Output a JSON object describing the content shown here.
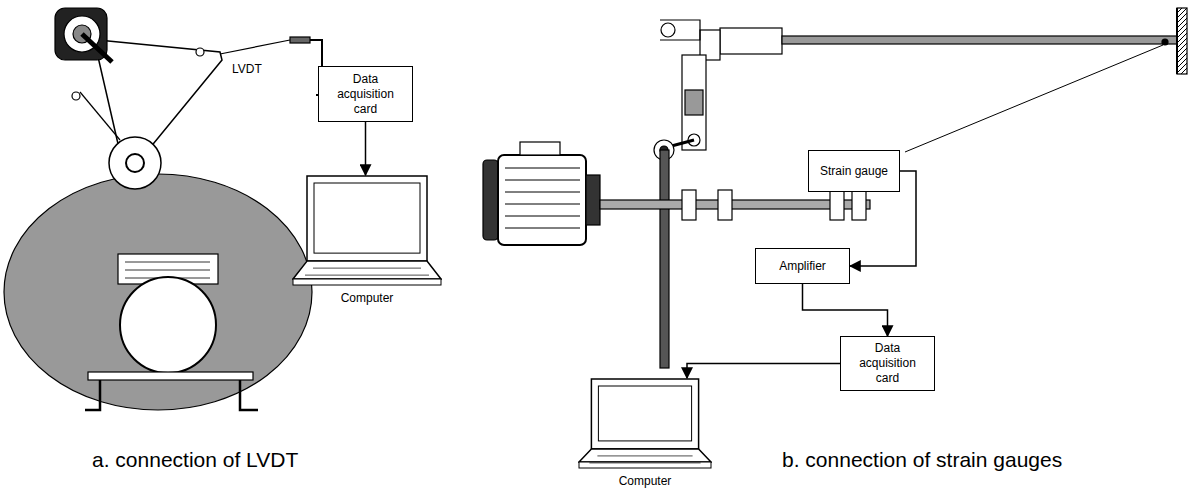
{
  "diagram": {
    "nodes": [
      {
        "text": [
          "Data acquisition card"
        ]
      },
      {
        "text": [
          "Computer"
        ]
      },
      {
        "text": [
          "Strain gauge"
        ]
      },
      {
        "text": [
          "Amplifier"
        ]
      },
      {
        "text": [
          "Data acquisition card"
        ]
      },
      {
        "text": [
          "Computer"
        ]
      }
    ],
    "edges": [
      {
        "from": 0,
        "to": 1,
        "arrow": "to"
      },
      {
        "from": 2,
        "to": 3,
        "arrow": "to"
      },
      {
        "from": 3,
        "to": 4,
        "arrow": "to"
      },
      {
        "from": 4,
        "to": 5,
        "arrow": "to"
      }
    ],
    "labels": [
      "LVDT",
      "a. connection of LVDT",
      "b. connection of strain gauges"
    ]
  }
}
